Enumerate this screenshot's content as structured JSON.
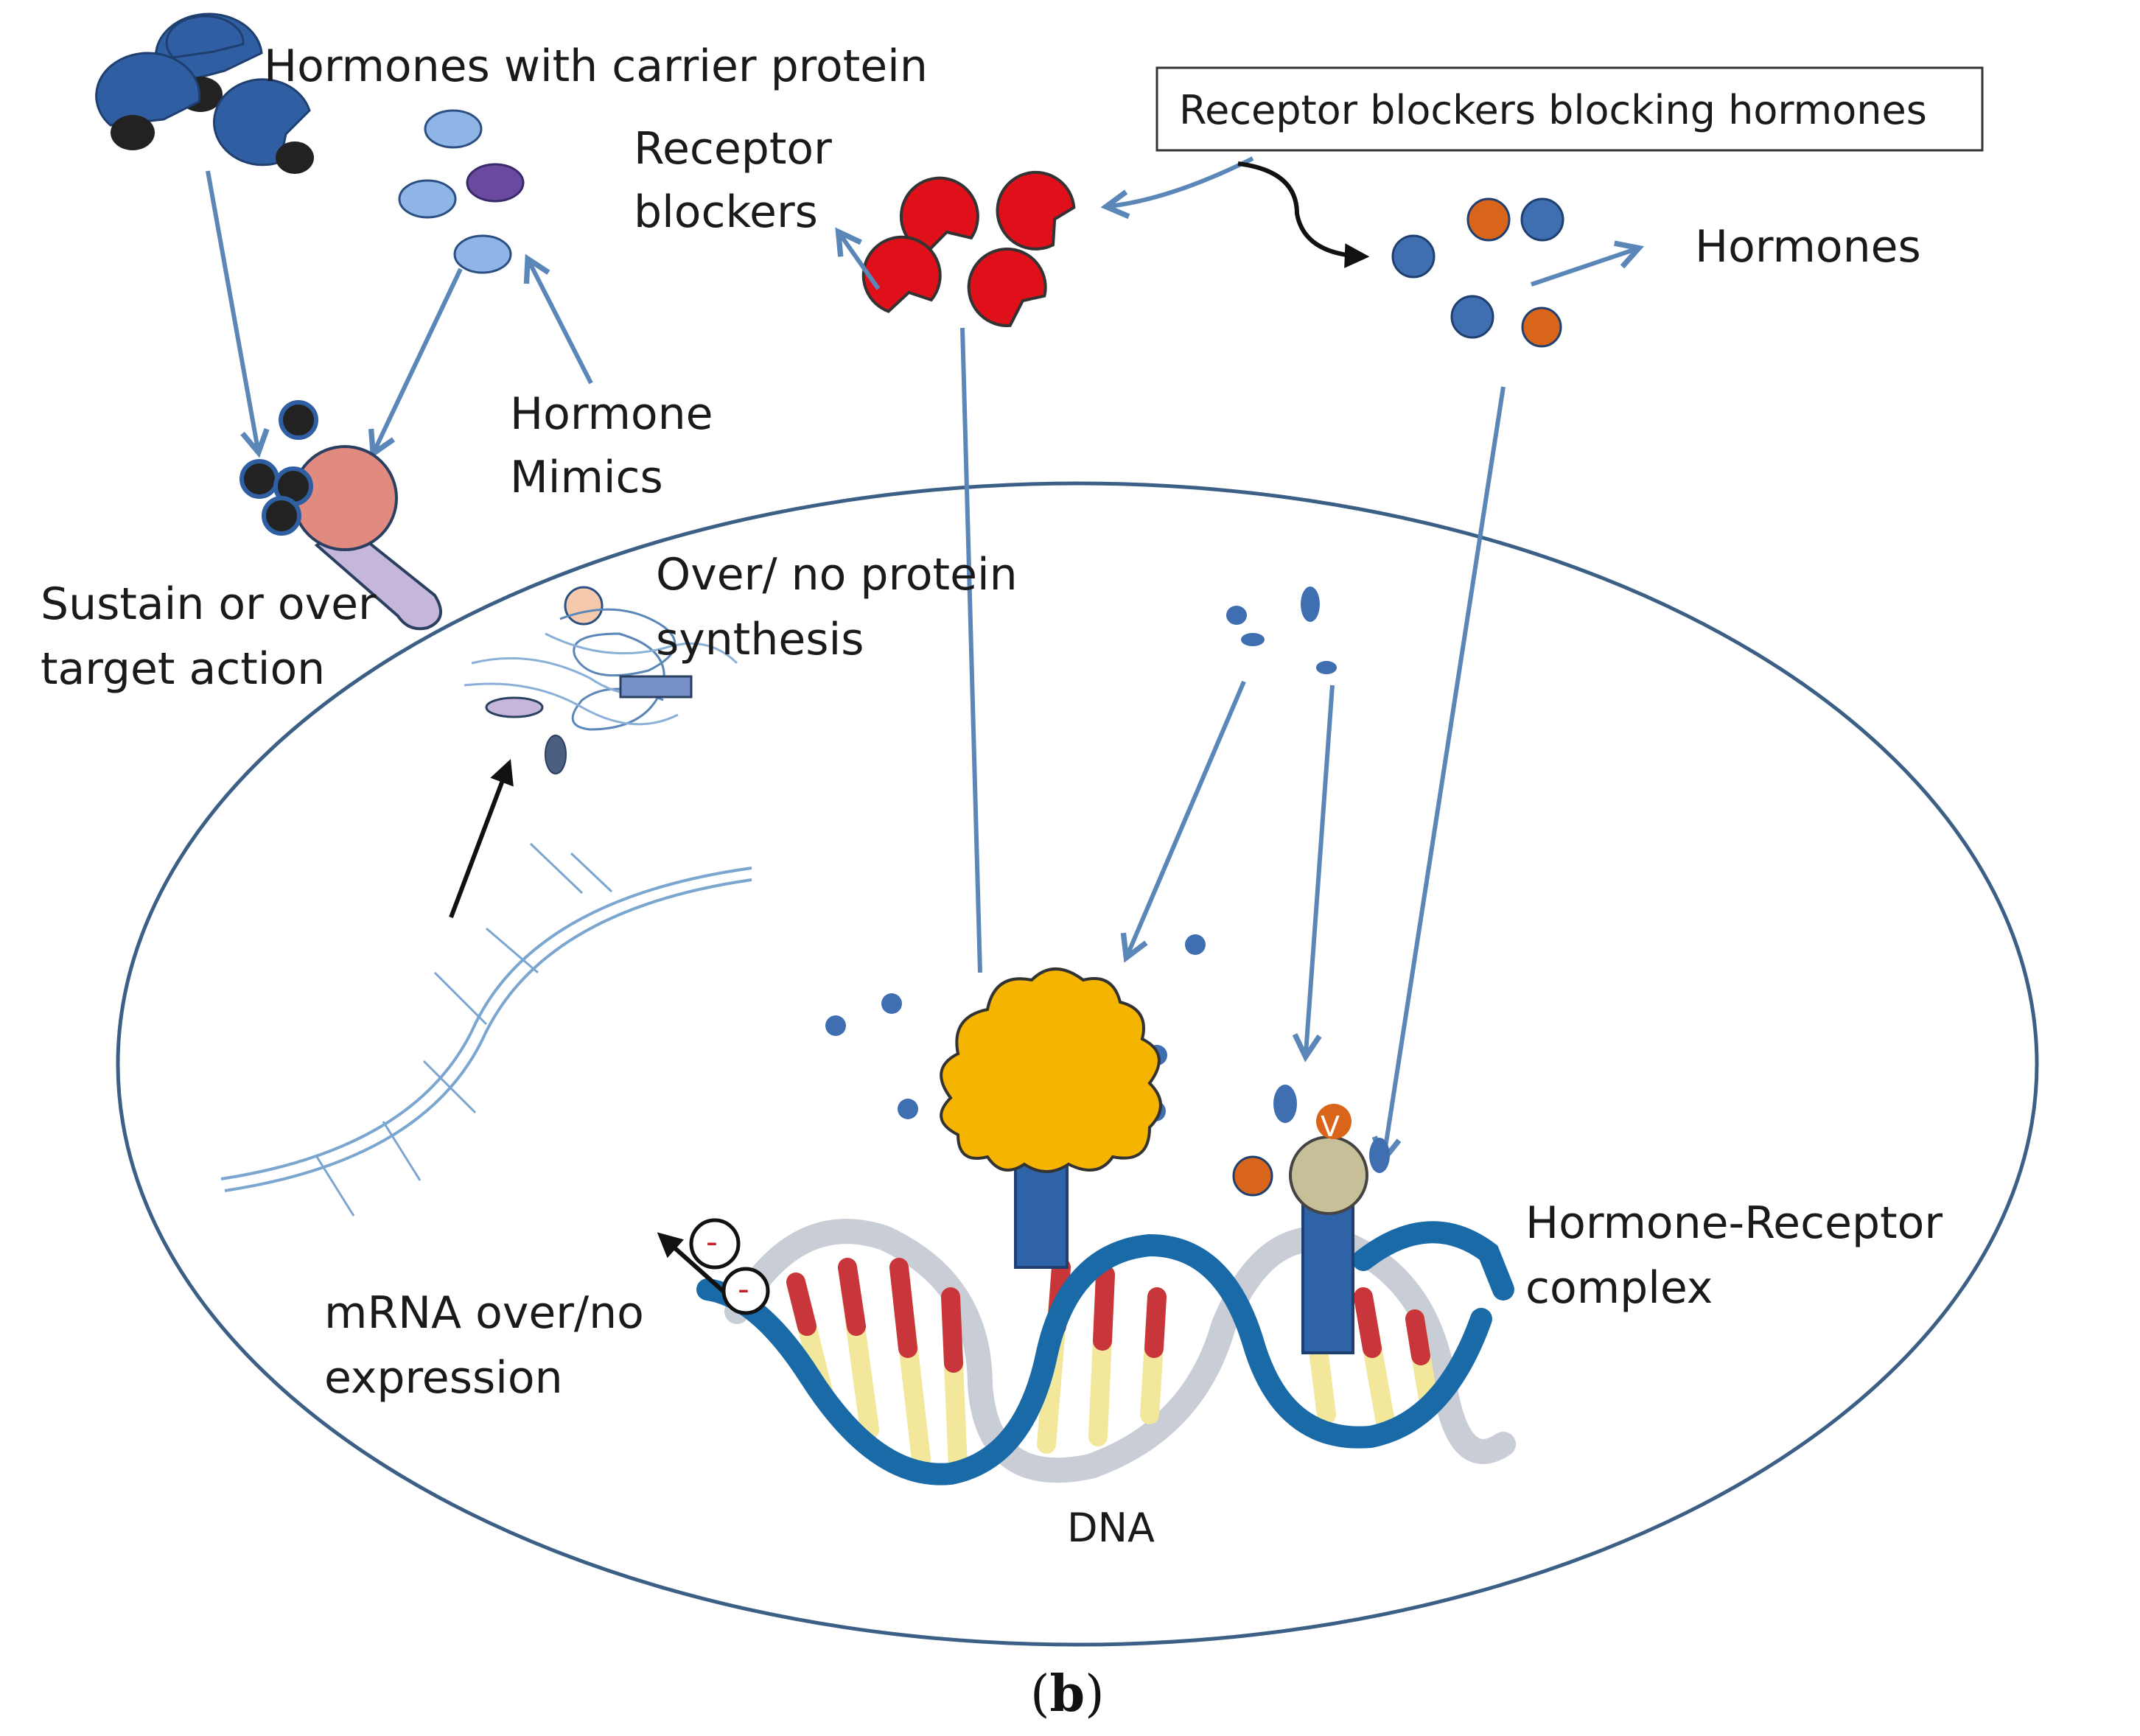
{
  "labels": {
    "carrier": "Hormones with carrier protein",
    "blockers_box": "Receptor blockers blocking hormones",
    "receptor_blockers_1": "Receptor",
    "receptor_blockers_2": "blockers",
    "hormones": "Hormones",
    "mimics_1": "Hormone",
    "mimics_2": "Mimics",
    "sustain_1": "Sustain or over",
    "sustain_2": "target action",
    "protein_1": "Over/ no protein",
    "protein_2": "synthesis",
    "complex_1": "Hormone-Receptor",
    "complex_2": "complex",
    "mrna_1": "mRNA over/no",
    "mrna_2": "expression",
    "dna": "DNA",
    "minus": "-",
    "v_mark": "V"
  },
  "caption": {
    "open": "(",
    "letter": "b",
    "close": ")"
  },
  "colors": {
    "hormone_blue": "#3f6fb0",
    "carrier_blue": "#2f5fa2",
    "mimic_light": "#8fb4e6",
    "mimic_purple": "#6a4aa0",
    "blocker_red": "#e0101a",
    "orange": "#d9651a",
    "receptor_yellow": "#f4b400",
    "receptor_pink": "#e08a80",
    "stem_lilac": "#c5b7dc",
    "dna_blue": "#1a6aa8",
    "dna_red": "#c8353a",
    "dna_yellow": "#f2e79a",
    "arrow_blue": "#5b87b8",
    "cell_outline": "#3c5f86"
  }
}
